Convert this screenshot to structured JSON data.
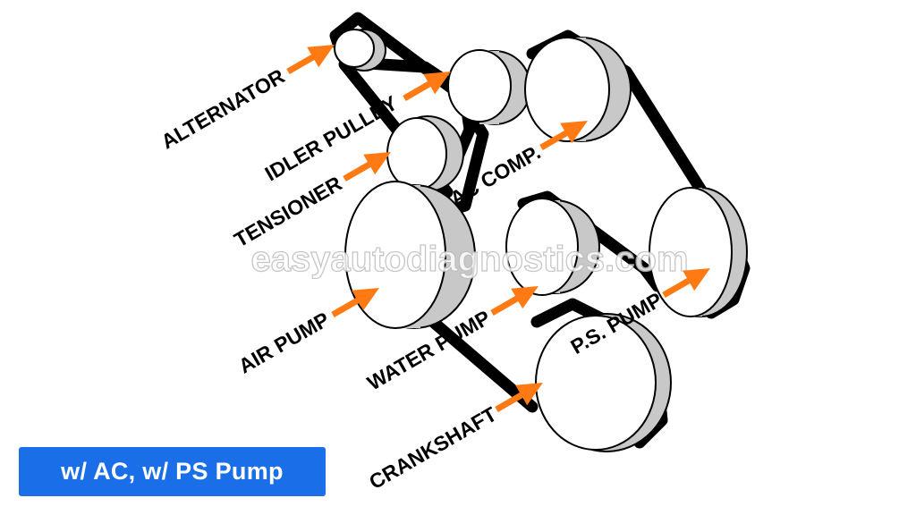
{
  "labels": {
    "alternator": "ALTERNATOR",
    "idler_pulley": "IDLER PULLEY",
    "tensioner": "TENSIONER",
    "ac_comp": "AC COMP.",
    "air_pump": "AIR PUMP",
    "water_pump": "WATER PUMP",
    "ps_pump": "P.S. PUMP",
    "crankshaft": "CRANKSHAFT"
  },
  "watermark": "easyautodiagnostics.com",
  "badge": {
    "text": "w/ AC, w/ PS Pump"
  },
  "colors": {
    "arrow": "#ff7a12",
    "belt": "#000000",
    "pulley_face": "#ffffff",
    "pulley_side": "#c8c8c8",
    "badge_bg": "#1a6fe8"
  }
}
